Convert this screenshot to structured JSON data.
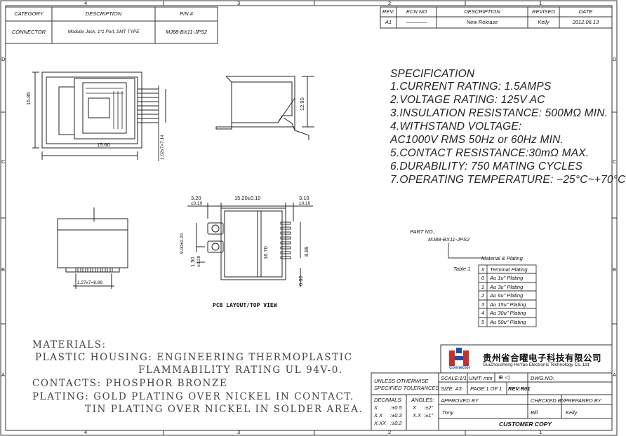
{
  "zones": {
    "top": [
      "4",
      "3",
      "2",
      "1"
    ],
    "left": [
      "D",
      "C",
      "B",
      "A"
    ],
    "right": [
      "D",
      "C",
      "B",
      "A"
    ],
    "bottom": [
      "4",
      "3",
      "2",
      "1"
    ]
  },
  "category_table": {
    "headers": [
      "CATEGORY",
      "DESCRIPTION",
      "P/N #"
    ],
    "row": [
      "CONNECTOR",
      "Modular Jack, 1*1 Port, SMT TYPE",
      "MJ88-BX11-JPS2"
    ]
  },
  "revision_table": {
    "headers": [
      "REV.",
      "ECN NO",
      "DESCRIPTION",
      "REVISED",
      "DATE"
    ],
    "row": [
      "A1",
      "————",
      "New Release",
      "Kelly",
      "2012.06.13"
    ]
  },
  "specification": [
    "SPECIFICATION",
    "1.CURRENT RATING: 1.5AMPS",
    "2.VOLTAGE RATING: 125V AC",
    "3.INSULATION RESISTANCE: 500MΩ MIN.",
    "4.WITHSTAND VOLTAGE:",
    "AC1000V RMS 50Hz or 60Hz MIN.",
    "5.CONTACT RESISTANCE:30mΩ MAX.",
    "6.DURABILITY: 750 MATING CYCLES",
    "7.OPERATING TEMPERATURE: −25°C~+70°C"
  ],
  "part_no": {
    "label": "PART NO.:",
    "value": "MJ88-BX11-JPS2",
    "material_label": "Material & Plating",
    "table_label": "Table 1"
  },
  "plating_table": [
    [
      "X",
      "Terminal Plating"
    ],
    [
      "0",
      "Au 1u\" Plating"
    ],
    [
      "1",
      "Au 3u\" Plating"
    ],
    [
      "2",
      "Au 6u\" Plating"
    ],
    [
      "3",
      "Au 15u\" Plating"
    ],
    [
      "4",
      "Au 30u\" Plating"
    ],
    [
      "5",
      "Au 50u\" Plating"
    ]
  ],
  "materials": [
    "MATERIALS:",
    "PLASTIC HOUSING: ENGINEERING THERMOPLASTIC",
    "FLAMMABILITY RATING UL 94V-0.",
    "CONTACTS: PHOSPHOR BRONZE",
    "PLATING: GOLD PLATING OVER NICKEL IN CONTACT.",
    "TIN PLATING OVER NICKEL IN SOLDER AREA."
  ],
  "dims": {
    "front_height": "15.85",
    "front_width": "15.60",
    "front_pitch": "1.02x7=7.14",
    "side_height": "12.90",
    "pcb_left": "3.20",
    "pcb_left_tol": "±0.10",
    "pcb_width": "15.20±0.10",
    "pcb_right": "3.10",
    "pcb_right_tol": "±0.10",
    "pcb_9": "9.00±0.20",
    "pcb_150": "1.50",
    "pcb_150_tol": "±0.20",
    "pcb_1670": "16.70",
    "pcb_889": "8.89",
    "pcb_060": "0.60",
    "bottom_pitch": "1.27x7=8.89"
  },
  "pcb_caption": "PCB LAYOUT/TOP VIEW",
  "company": {
    "logo_text": "Connector",
    "name_cn": "贵州省合曜电子科技有限公司",
    "name_en": "GuiZhousheng HeYao Electronic Technology Co.,Ltd"
  },
  "title_block": {
    "unless": "UNLESS OTHERWISE",
    "specified": "SPECIFIED TOLERANCES",
    "scale": "SCALE:1/1",
    "unit": "UNIT: mm",
    "dwg_no": "DWG.NO:",
    "size": "SIZE: A3",
    "page": "PAGE:1 OF 1",
    "rev": "REV:R01",
    "decimals": "DECIMALS:",
    "angles": "ANGLES:",
    "tol": [
      [
        "X",
        ":±0.5",
        "X",
        ":±2°"
      ],
      [
        "X.X",
        ":±0.3",
        "X.X",
        ":±1°"
      ],
      [
        "X.XX",
        ":±0.2",
        "",
        ""
      ]
    ],
    "approved_by": "APPROVED BY",
    "checked_by": "CHECKED BY",
    "prepared_by": "PREPARED BY",
    "approver": "Tony",
    "checker": "Bill",
    "preparer": "Kelly",
    "customer_copy": "CUSTOMER COPY"
  }
}
